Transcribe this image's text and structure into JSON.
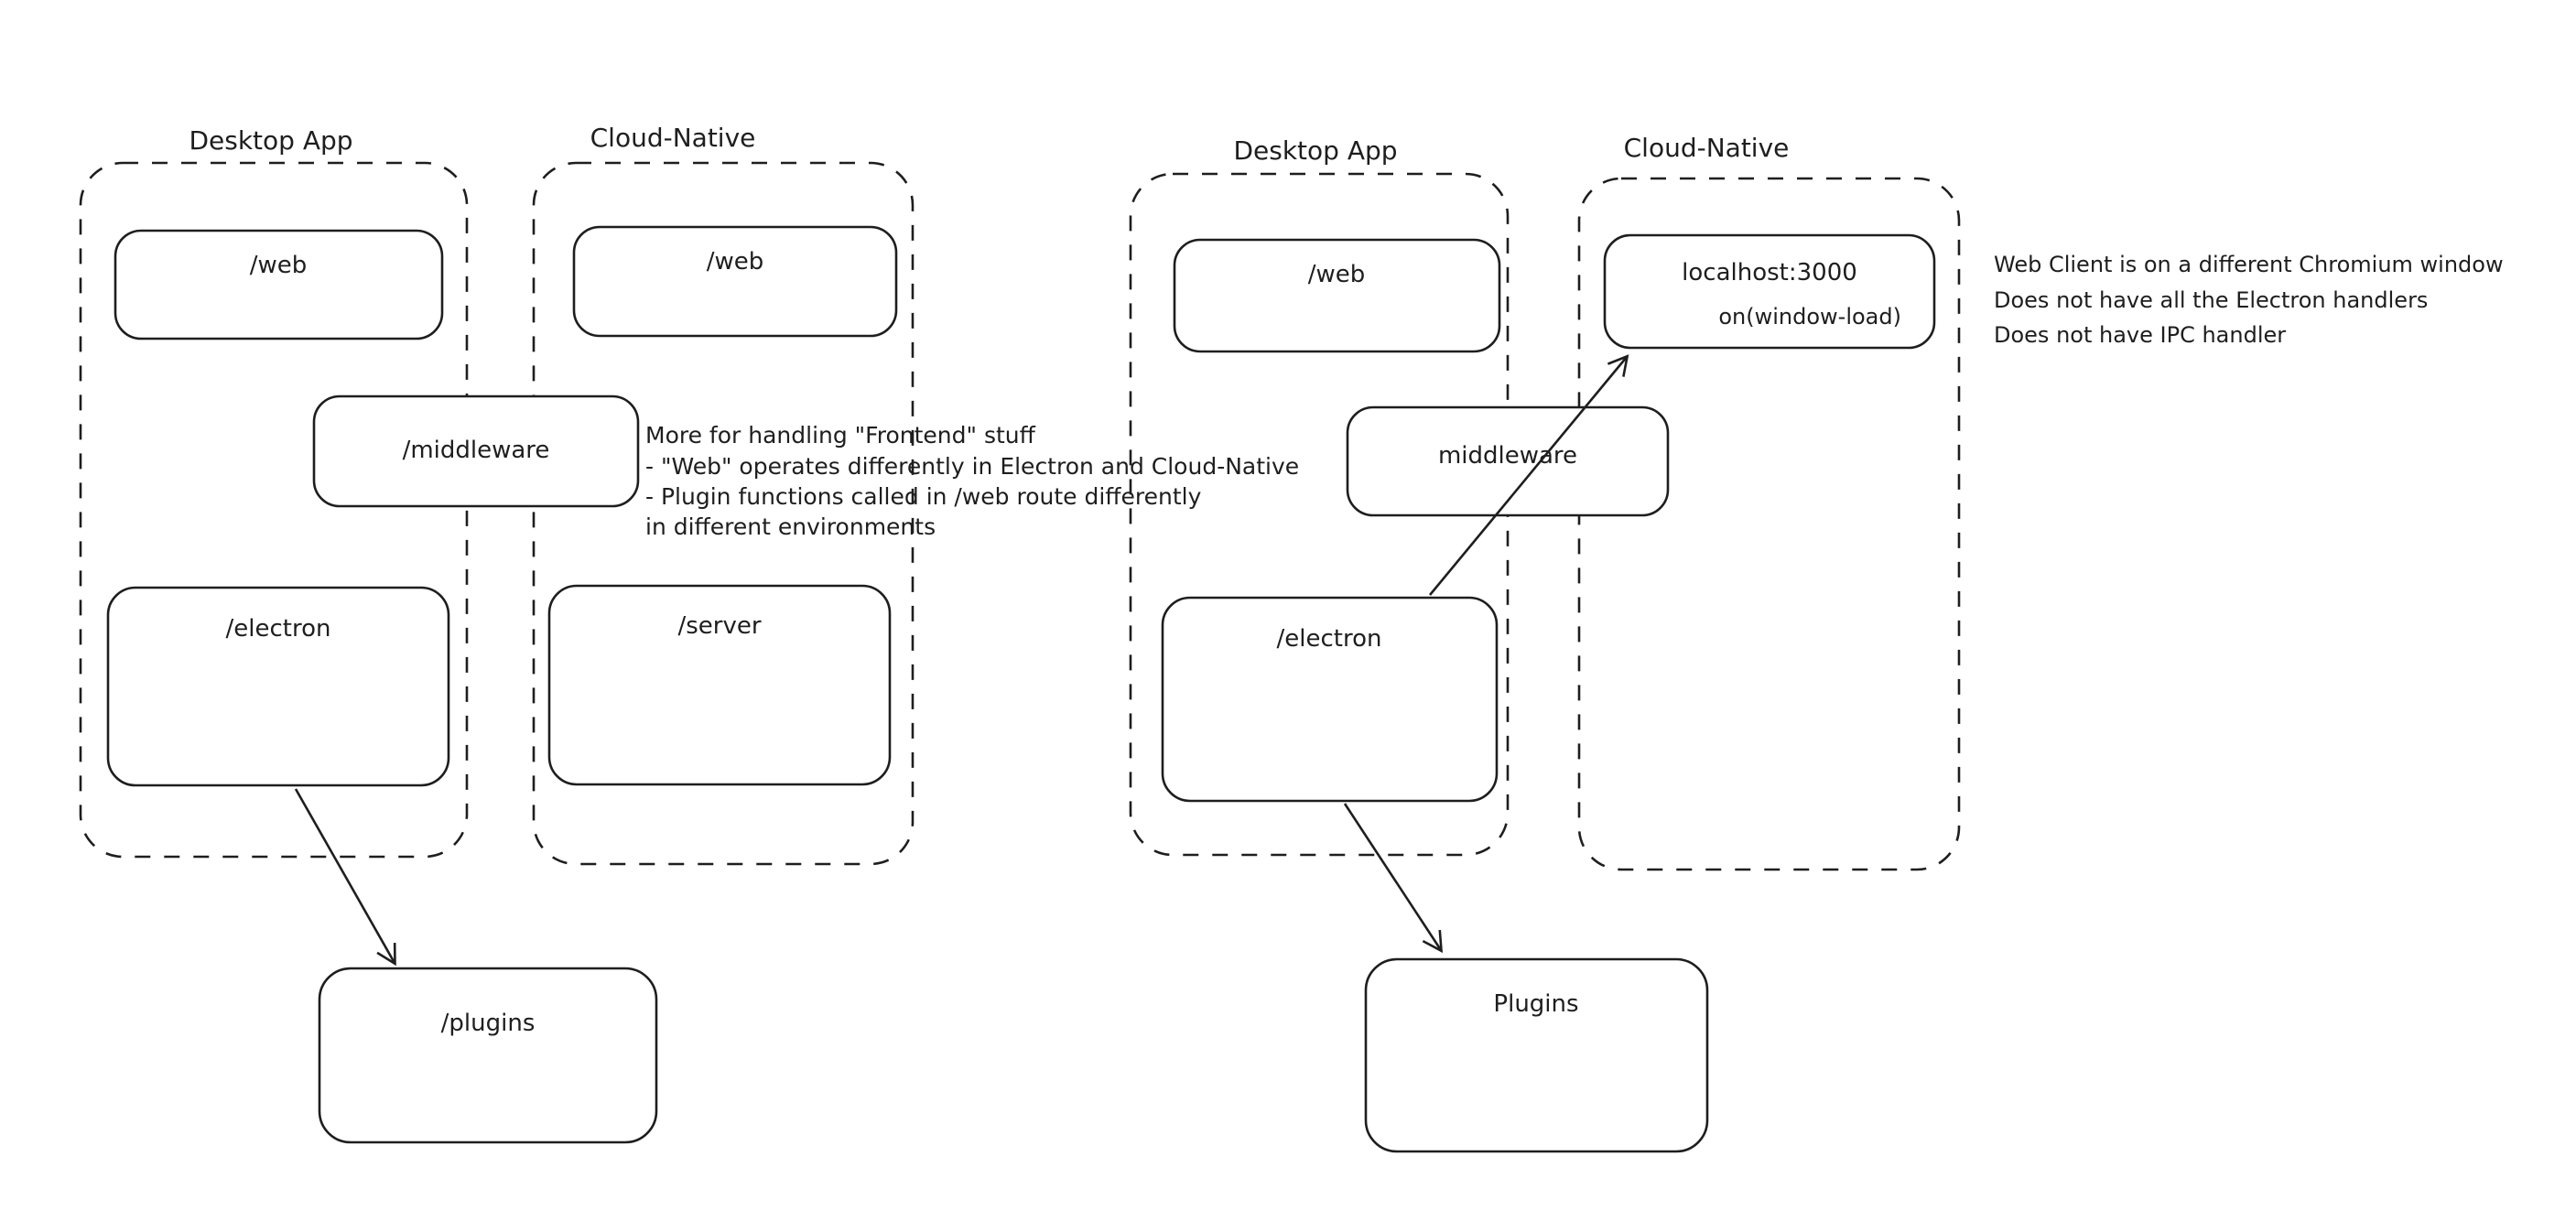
{
  "colors": {
    "ink": "#1e1e1e",
    "red": "#e03131",
    "green": "#2f9e44",
    "background": "#ffffff"
  },
  "left_diagram": {
    "desktop_app_label": "Desktop App",
    "cloud_native_label": "Cloud-Native",
    "web_desktop": "/web",
    "web_cloud": "/web",
    "middleware": "/middleware",
    "electron": "/electron",
    "server": "/server",
    "plugins": "/plugins"
  },
  "right_diagram": {
    "desktop_app_label": "Desktop App",
    "cloud_native_label": "Cloud-Native",
    "web": "/web",
    "localhost": "localhost:3000",
    "on_window_load": "on(window-load)",
    "middleware": "middleware",
    "electron": "/electron",
    "plugins": "Plugins"
  },
  "annotations": {
    "frontend_note": {
      "color": "#2f9e44",
      "lines": [
        "More for handling \"Frontend\" stuff",
        "- \"Web\" operates differently in Electron and Cloud-Native",
        "- Plugin functions called in /web route differently",
        "in different environments"
      ]
    },
    "web_client_note": {
      "color": "#e03131",
      "lines": [
        "Web Client is on a different Chromium window",
        "Does not have all the Electron handlers",
        "Does not have IPC handler"
      ]
    }
  }
}
